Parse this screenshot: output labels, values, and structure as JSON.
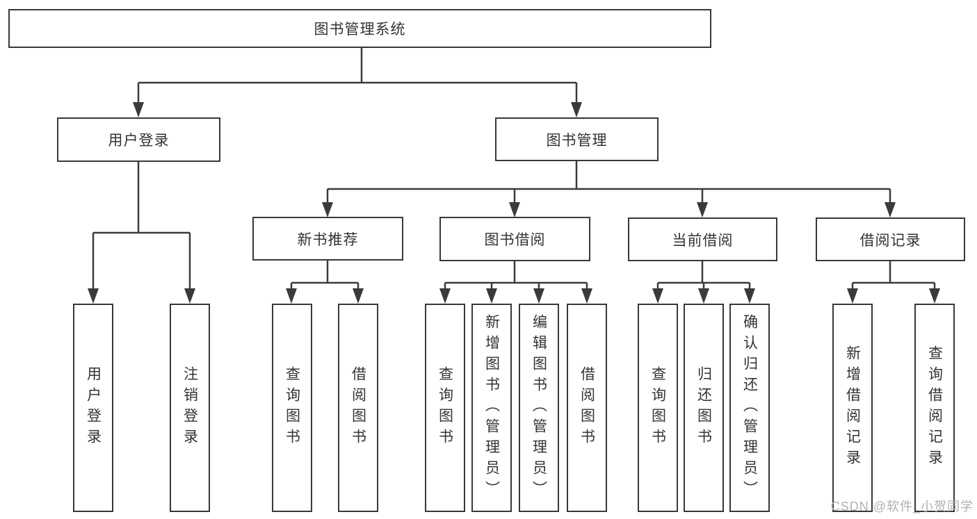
{
  "diagram": {
    "root": {
      "label": "图书管理系统"
    },
    "level2": [
      {
        "label": "用户登录"
      },
      {
        "label": "图书管理"
      }
    ],
    "level3": [
      {
        "label": "新书推荐"
      },
      {
        "label": "图书借阅"
      },
      {
        "label": "当前借阅"
      },
      {
        "label": "借阅记录"
      }
    ],
    "leaves": {
      "user_login": [
        "用户登录",
        "注销登录"
      ],
      "new_books": [
        "查询图书",
        "借阅图书"
      ],
      "book_borrow": [
        "查询图书",
        "新增图书（管理员）",
        "编辑图书（管理员）",
        "借阅图书"
      ],
      "current_borrow": [
        "查询图书",
        "归还图书",
        "确认归还（管理员）"
      ],
      "borrow_records": [
        "新增借阅记录",
        "查询借阅记录"
      ]
    }
  },
  "watermark": "CSDN @软件_小贺同学",
  "colors": {
    "line": "#3a3a3a",
    "text": "#333333",
    "box_background": "#ffffff",
    "watermark": "#b0b0b0"
  }
}
